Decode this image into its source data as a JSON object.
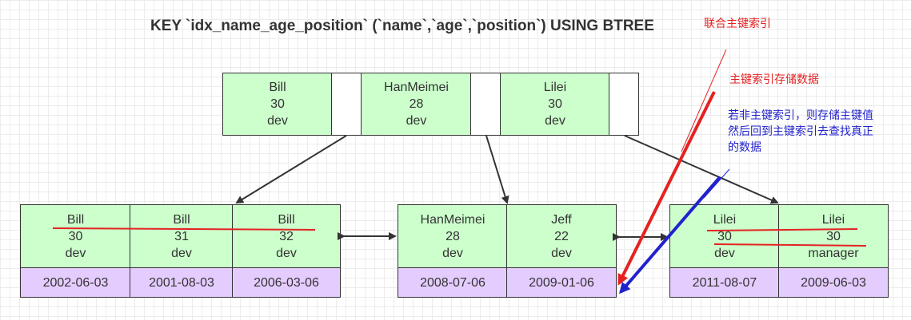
{
  "title": "KEY `idx_name_age_position` (`name`,`age`,`position`) USING BTREE",
  "annotations": {
    "a1": "联合主键索引",
    "a2": "主键索引存储数据",
    "a3_line1": "若非主键索引，则存储主键值",
    "a3_line2": "然后回到主键索引去查找真正",
    "a3_line3": "的数据"
  },
  "root": [
    {
      "name": "Bill",
      "age": "30",
      "position": "dev"
    },
    {
      "name": "HanMeimei",
      "age": "28",
      "position": "dev"
    },
    {
      "name": "Lilei",
      "age": "30",
      "position": "dev"
    }
  ],
  "leaf1": [
    {
      "name": "Bill",
      "age": "30",
      "position": "dev",
      "date": "2002-06-03"
    },
    {
      "name": "Bill",
      "age": "31",
      "position": "dev",
      "date": "2001-08-03"
    },
    {
      "name": "Bill",
      "age": "32",
      "position": "dev",
      "date": "2006-03-06"
    }
  ],
  "leaf2": [
    {
      "name": "HanMeimei",
      "age": "28",
      "position": "dev",
      "date": "2008-07-06"
    },
    {
      "name": "Jeff",
      "age": "22",
      "position": "dev",
      "date": "2009-01-06"
    }
  ],
  "leaf3": [
    {
      "name": "Lilei",
      "age": "30",
      "position": "dev",
      "date": "2011-08-07"
    },
    {
      "name": "Lilei",
      "age": "30",
      "position": "manager",
      "date": "2009-06-03"
    }
  ],
  "colors": {
    "key_fill": "#ccffcc",
    "data_fill": "#e5ccff",
    "annotation_red": "#e52222",
    "annotation_blue": "#2222cc"
  }
}
